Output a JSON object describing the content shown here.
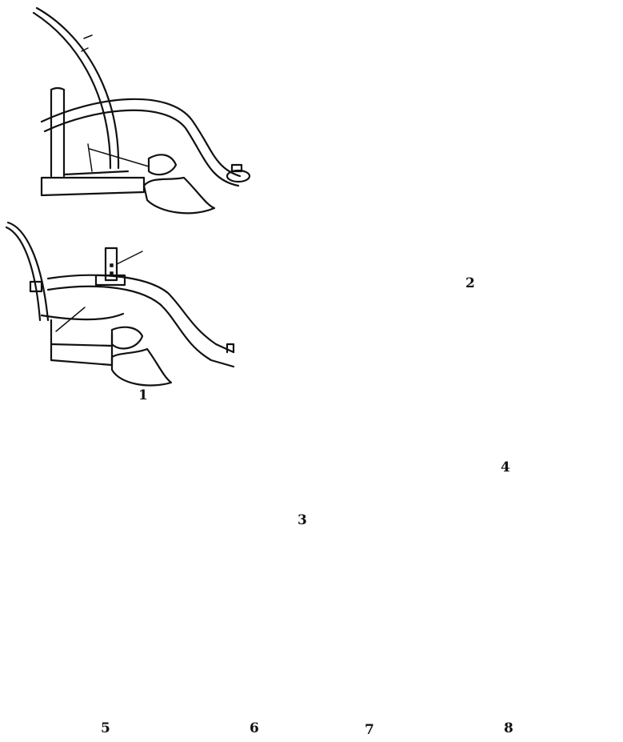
{
  "figure": {
    "ink_color": "#111111",
    "background": "#ffffff",
    "labels": {
      "fig1": "1",
      "fig2": "2",
      "fig3": "3",
      "fig4": "4",
      "fig5": "5",
      "fig6": "6",
      "fig7": "7",
      "fig8": "8"
    }
  }
}
